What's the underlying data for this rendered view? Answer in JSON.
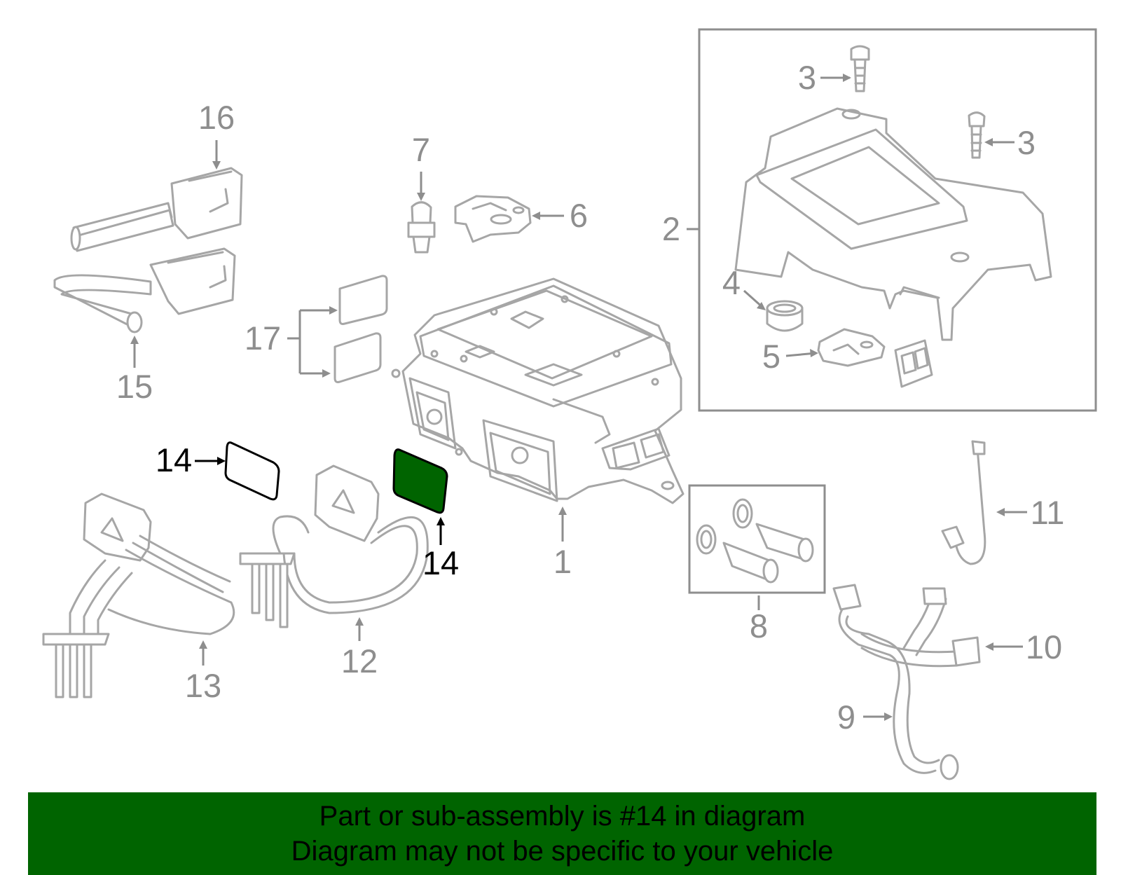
{
  "callouts": {
    "c1": "1",
    "c2": "2",
    "c3a": "3",
    "c3b": "3",
    "c4": "4",
    "c5": "5",
    "c6": "6",
    "c7": "7",
    "c8": "8",
    "c9": "9",
    "c10": "10",
    "c11": "11",
    "c12": "12",
    "c13": "13",
    "c14a": "14",
    "c14b": "14",
    "c15": "15",
    "c16": "16",
    "c17": "17"
  },
  "highlighted_part": "14",
  "colors": {
    "highlight": "#006400",
    "linework": "#a6a6a6",
    "callout": "#8e8e8e"
  },
  "banner": {
    "line1": "Part or sub-assembly is #14 in diagram",
    "line2": "Diagram may not be specific to your vehicle"
  }
}
